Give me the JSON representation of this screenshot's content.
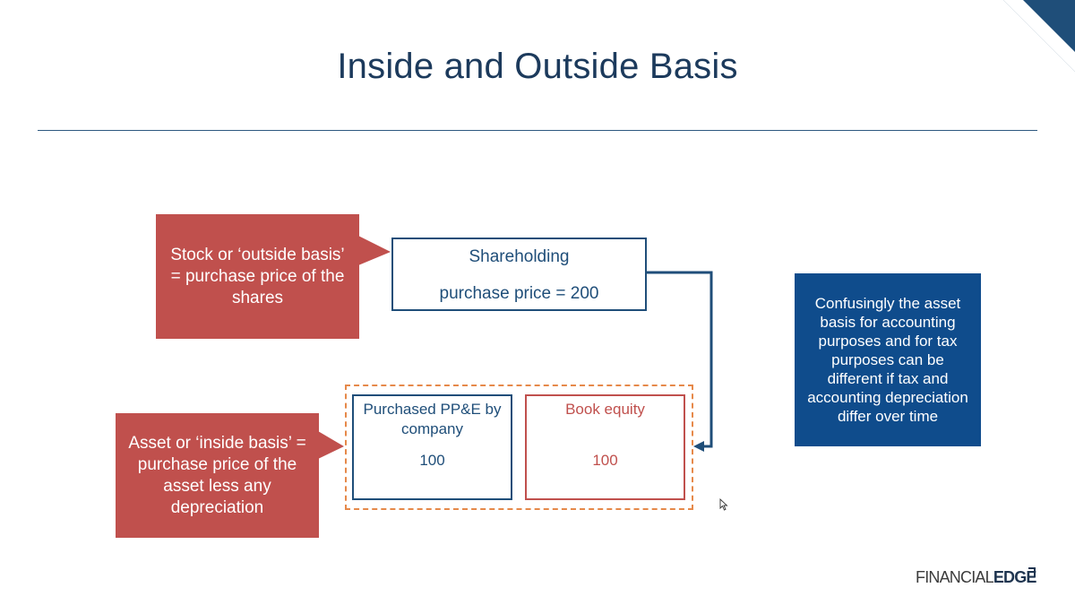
{
  "slide": {
    "title": "Inside and Outside Basis"
  },
  "callouts": {
    "outside_basis": "Stock or ‘outside basis’ = purchase price of the shares",
    "inside_basis": "Asset or ‘inside basis’ = purchase price of the asset less any depreciation",
    "confusingly": "Confusingly the asset basis for accounting purposes and for tax purposes can be different if tax and accounting depreciation differ over time"
  },
  "boxes": {
    "shareholding": {
      "title": "Shareholding",
      "value": "purchase price = 200"
    },
    "ppe": {
      "title": "Purchased PP&E by company",
      "value": "100"
    },
    "book_equity": {
      "title": "Book equity",
      "value": "100"
    }
  },
  "logo": {
    "part1": "FINANCIAL",
    "part2": "EDGE"
  },
  "colors": {
    "navy": "#1f4e79",
    "red": "#c0504d",
    "blue_callout": "#0f4c8c",
    "dashed_orange": "#e6894a"
  }
}
